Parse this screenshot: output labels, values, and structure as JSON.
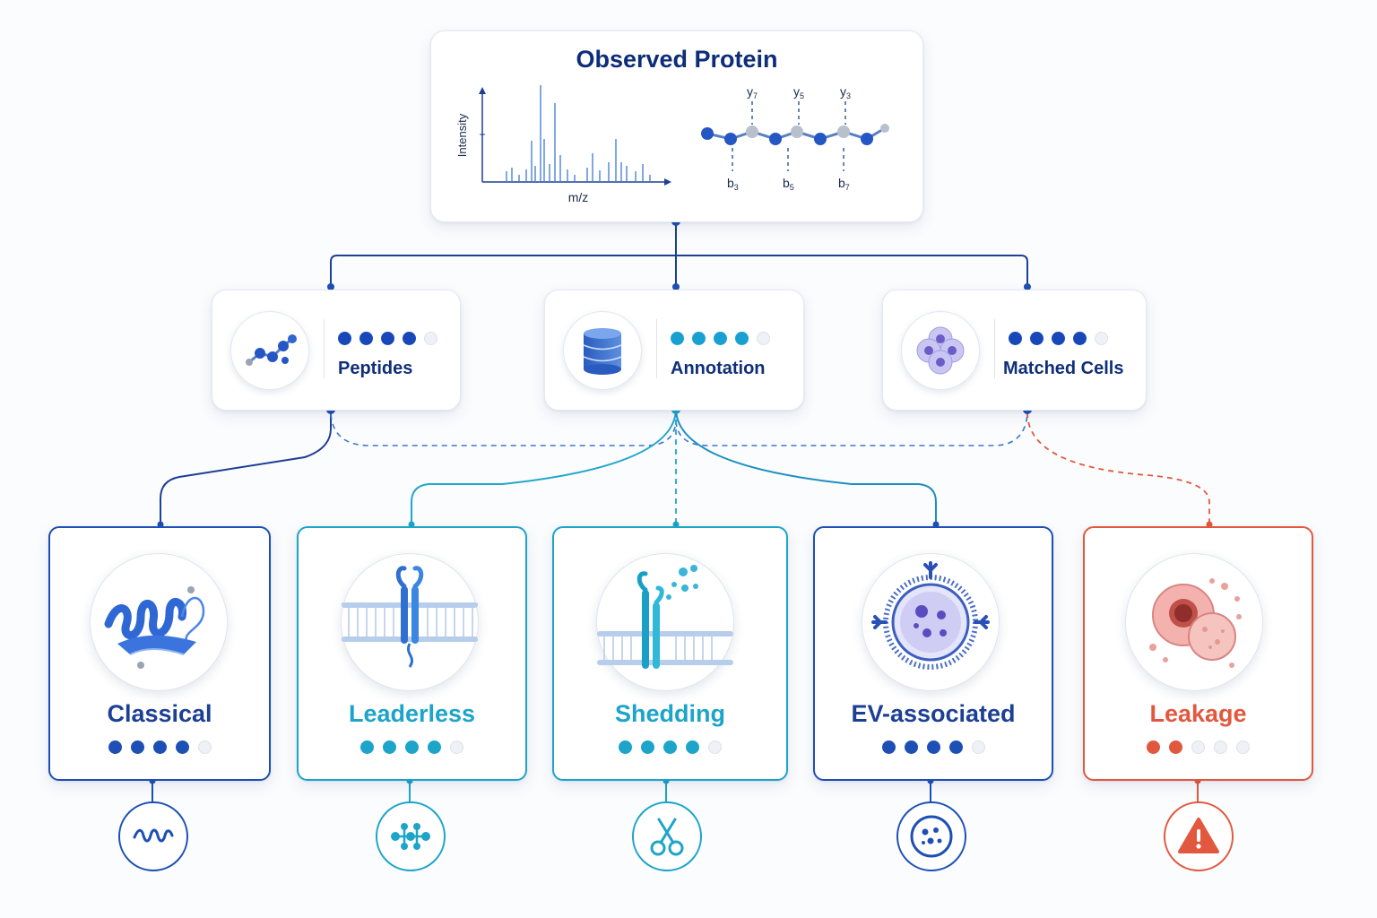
{
  "top": {
    "title": "Observed Protein",
    "spectrum": {
      "ylabel": "Intensity",
      "xlabel": "m/z"
    },
    "fragments": {
      "y_ions": [
        {
          "main": "y",
          "sub": "7"
        },
        {
          "main": "y",
          "sub": "5"
        },
        {
          "main": "y",
          "sub": "3"
        }
      ],
      "b_ions": [
        {
          "main": "b",
          "sub": "3"
        },
        {
          "main": "b",
          "sub": "5"
        },
        {
          "main": "b",
          "sub": "7"
        }
      ]
    }
  },
  "evidence": [
    {
      "label": "Peptides",
      "icon": "peptide-chain-icon",
      "dots_filled": 4,
      "dots_total": 5,
      "color": "#1747b8"
    },
    {
      "label": "Annotation",
      "icon": "database-icon",
      "dots_filled": 4,
      "dots_total": 5,
      "color": "#18a0d0"
    },
    {
      "label": "Matched Cells",
      "icon": "cell-cluster-icon",
      "dots_filled": 4,
      "dots_total": 5,
      "color": "#1747b8"
    }
  ],
  "mechanisms": [
    {
      "label": "Classical",
      "icon": "helix-protein-icon",
      "badge_icon": "wave-icon",
      "dots_filled": 4,
      "dots_total": 5,
      "color": "#1d4fb5"
    },
    {
      "label": "Leaderless",
      "icon": "membrane-receptor-icon",
      "badge_icon": "molecule-icon",
      "dots_filled": 4,
      "dots_total": 5,
      "color": "#1ca4c9"
    },
    {
      "label": "Shedding",
      "icon": "shedding-receptor-icon",
      "badge_icon": "scissors-icon",
      "dots_filled": 4,
      "dots_total": 5,
      "color": "#1ca4c9"
    },
    {
      "label": "EV-associated",
      "icon": "vesicle-icon",
      "badge_icon": "vesicle-dots-icon",
      "dots_filled": 4,
      "dots_total": 5,
      "color": "#1d4fb5"
    },
    {
      "label": "Leakage",
      "icon": "damaged-cell-icon",
      "badge_icon": "warning-icon",
      "dots_filled": 2,
      "dots_total": 5,
      "color": "#e2583e"
    }
  ],
  "colors": {
    "navy": "#1d4fb5",
    "cyan": "#1ca4c9",
    "red": "#e2583e",
    "title": "#0e2d78"
  }
}
